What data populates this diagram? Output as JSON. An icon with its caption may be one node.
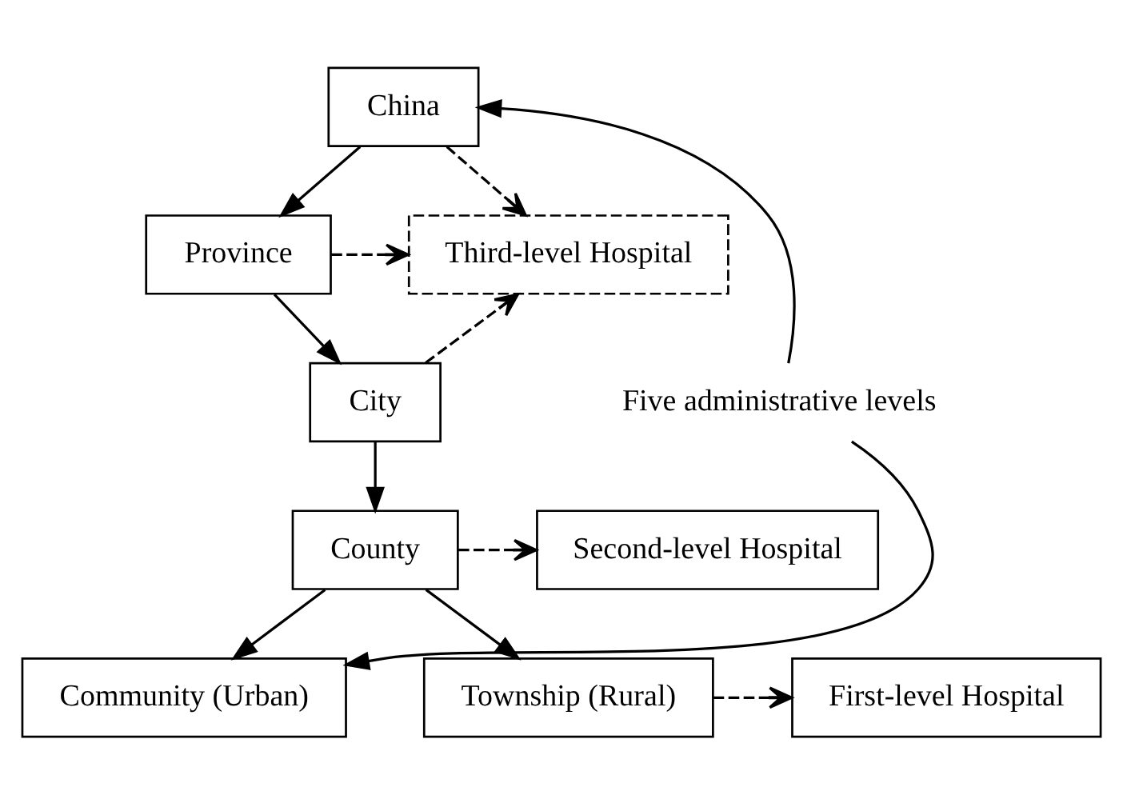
{
  "diagram": {
    "nodes": [
      {
        "text": [
          "China"
        ]
      },
      {
        "text": [
          "Province"
        ]
      },
      {
        "text": [
          "City"
        ]
      },
      {
        "text": [
          "County"
        ]
      },
      {
        "text": [
          "Community (Urban)"
        ]
      },
      {
        "text": [
          "Township (Rural)"
        ]
      },
      {
        "text": [
          "Third-level Hospital"
        ]
      },
      {
        "text": [
          "Second-level Hospital"
        ]
      },
      {
        "text": [
          "First-level Hospital"
        ]
      },
      {
        "text": [
          "Five administrative levels"
        ]
      }
    ],
    "edges": [
      {
        "from": 0,
        "to": 1,
        "arrow": "to"
      },
      {
        "from": 1,
        "to": 2,
        "arrow": "to"
      },
      {
        "from": 2,
        "to": 3,
        "arrow": "to"
      },
      {
        "from": 3,
        "to": 4,
        "arrow": "to"
      },
      {
        "from": 3,
        "to": 5,
        "arrow": "to"
      },
      {
        "from": 0,
        "to": 6,
        "arrow": "to",
        "style": "dashed"
      },
      {
        "from": 1,
        "to": 6,
        "arrow": "to",
        "style": "dashed"
      },
      {
        "from": 2,
        "to": 6,
        "arrow": "to",
        "style": "dashed"
      },
      {
        "from": 3,
        "to": 7,
        "arrow": "to",
        "style": "dashed"
      },
      {
        "from": 5,
        "to": 8,
        "arrow": "to",
        "style": "dashed"
      },
      {
        "from": 9,
        "to": 0,
        "arrow": "to"
      },
      {
        "from": 9,
        "to": 4,
        "arrow": "to"
      }
    ]
  }
}
